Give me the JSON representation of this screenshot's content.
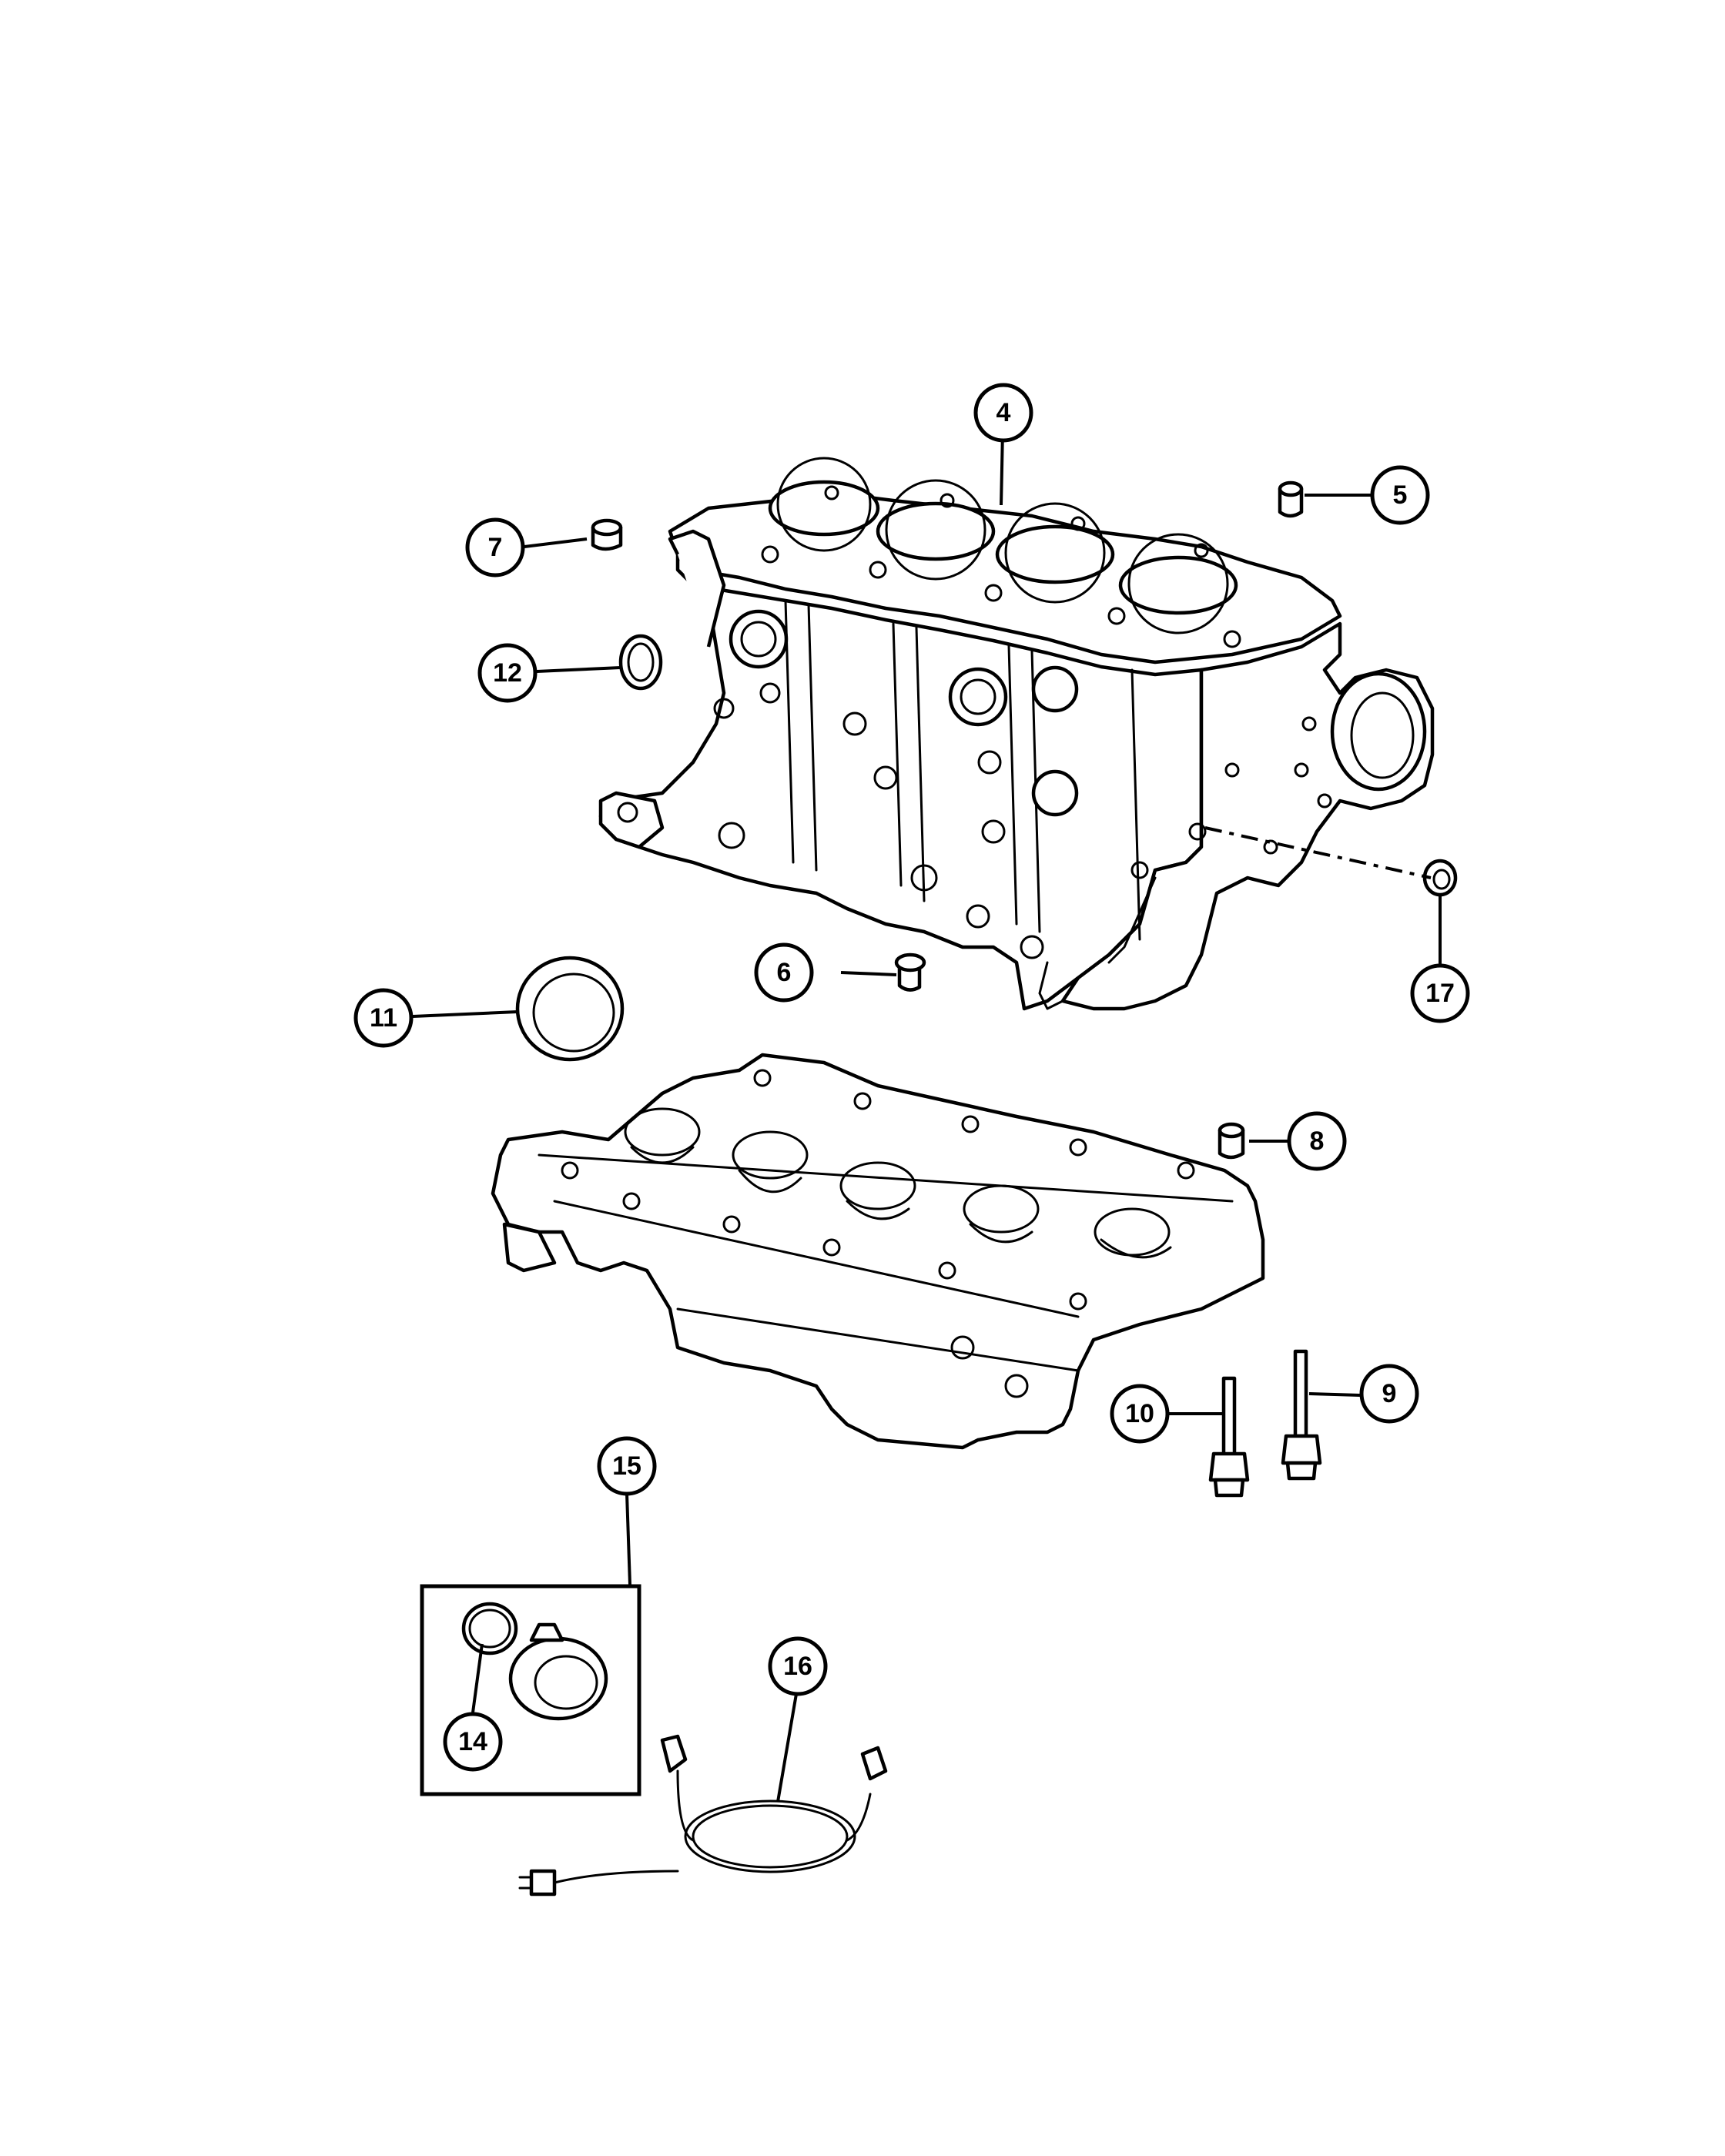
{
  "callouts": [
    {
      "id": "c4",
      "label": "4"
    },
    {
      "id": "c5",
      "label": "5"
    },
    {
      "id": "c6",
      "label": "6"
    },
    {
      "id": "c7",
      "label": "7"
    },
    {
      "id": "c8",
      "label": "8"
    },
    {
      "id": "c9",
      "label": "9"
    },
    {
      "id": "c10",
      "label": "10"
    },
    {
      "id": "c11",
      "label": "11"
    },
    {
      "id": "c12",
      "label": "12"
    },
    {
      "id": "c14",
      "label": "14"
    },
    {
      "id": "c15",
      "label": "15"
    },
    {
      "id": "c16",
      "label": "16"
    },
    {
      "id": "c17",
      "label": "17"
    }
  ]
}
